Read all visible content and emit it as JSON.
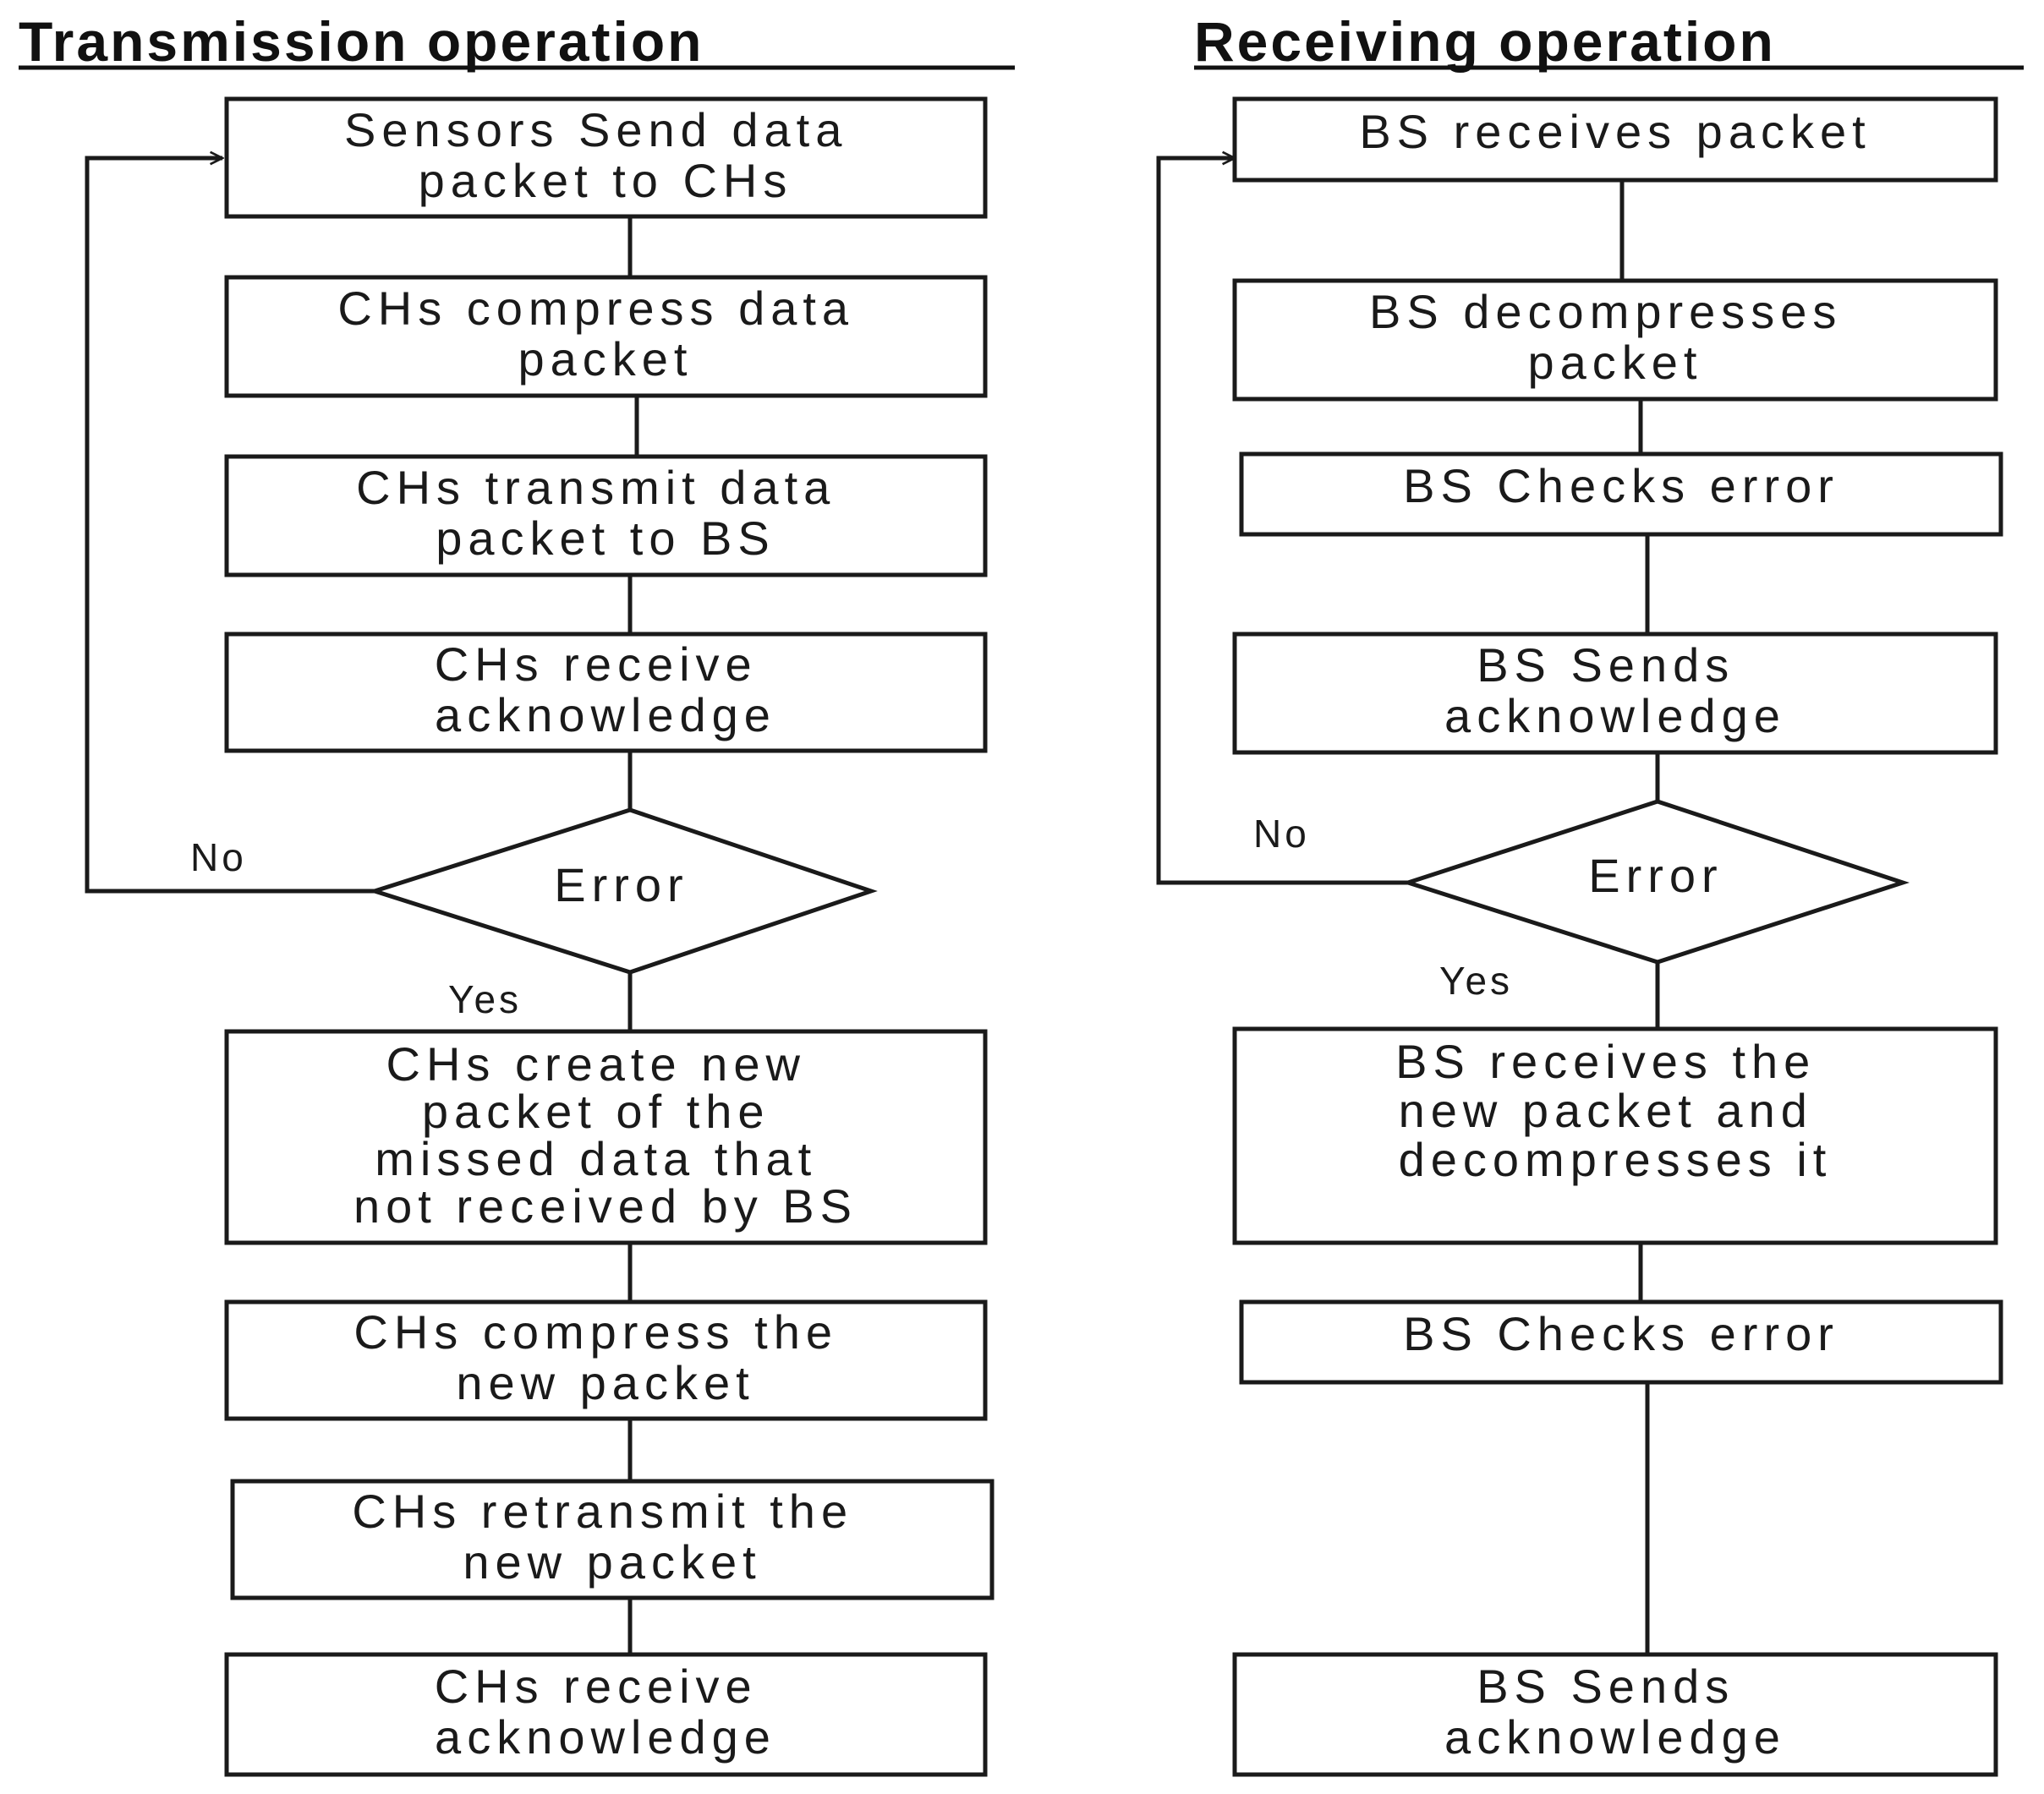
{
  "titles": {
    "transmission": "Transmission operation",
    "receiving": "Receiving operation"
  },
  "transmission": {
    "sensors_send": [
      "Sensors Send data",
      "packet to CHs"
    ],
    "chs_compress": [
      "CHs compress data",
      "packet"
    ],
    "chs_transmit": [
      "CHs transmit data",
      "packet to BS"
    ],
    "chs_receive_ack": [
      "CHs receive",
      "acknowledge"
    ],
    "error": "Error",
    "no_label": "No",
    "yes_label": "Yes",
    "chs_create": [
      "CHs create new",
      "packet of the",
      "missed data that",
      "not received by BS"
    ],
    "chs_compress_new": [
      "CHs compress the",
      "new packet"
    ],
    "chs_retransmit": [
      "CHs retransmit the",
      "new packet"
    ],
    "chs_receive_ack_2": [
      "CHs receive",
      "acknowledge"
    ]
  },
  "receiving": {
    "bs_receives": [
      "BS receives packet"
    ],
    "bs_decompresses": [
      "BS decompresses",
      "packet"
    ],
    "bs_checks": [
      "BS Checks error"
    ],
    "bs_sends_ack": [
      "BS Sends",
      "acknowledge"
    ],
    "error": "Error",
    "no_label": "No",
    "yes_label": "Yes",
    "bs_receives_new": [
      "BS receives the",
      "new packet and",
      "decompresses it"
    ],
    "bs_checks_2": [
      "BS Checks error"
    ],
    "bs_sends_ack_2": [
      "BS Sends",
      "acknowledge"
    ]
  }
}
